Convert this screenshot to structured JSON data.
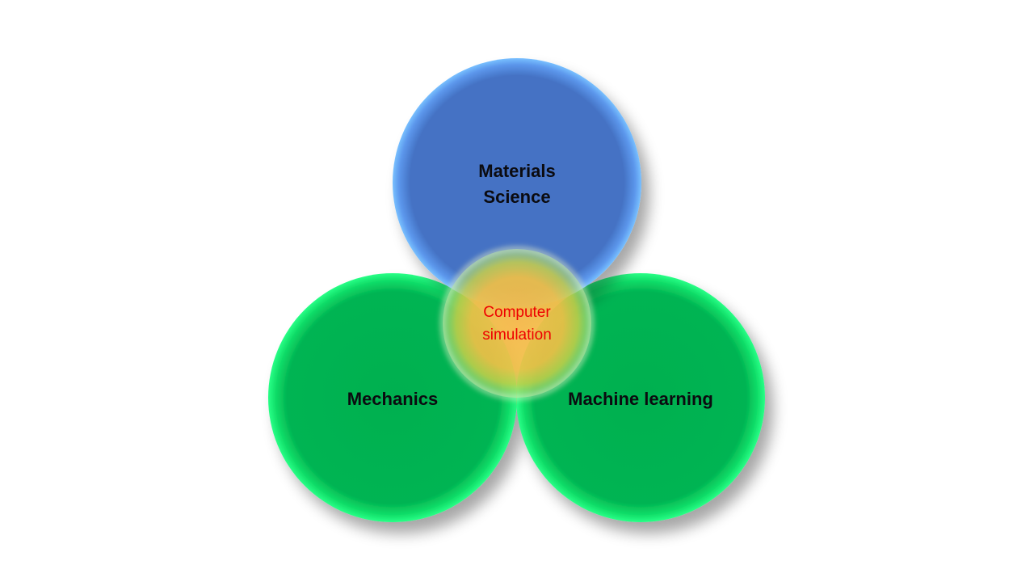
{
  "diagram": {
    "circles": {
      "materials": {
        "label_line1": "Materials",
        "label_line2": "Science",
        "color": "#4472c4",
        "glow": "#6fb3ff"
      },
      "mechanics": {
        "label": "Mechanics",
        "color": "#00b050",
        "glow": "#22ff80"
      },
      "machine_learning": {
        "label": "Machine learning",
        "color": "#00b050",
        "glow": "#22ff80"
      }
    },
    "center": {
      "label_line1": "Computer",
      "label_line2": "simulation",
      "label_color": "#ee0000",
      "color": "#f6b84a"
    }
  }
}
